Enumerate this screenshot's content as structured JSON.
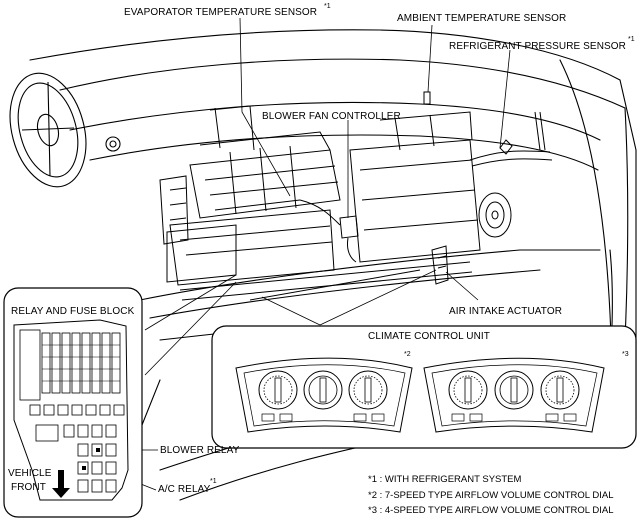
{
  "labels": {
    "evaporator": "EVAPORATOR TEMPERATURE SENSOR",
    "evaporator_mark": "*1",
    "ambient": "AMBIENT TEMPERATURE SENSOR",
    "refrigerant": "REFRIGERANT PRESSURE SENSOR",
    "refrigerant_mark": "*1",
    "blower_fan_controller": "BLOWER FAN CONTROLLER",
    "air_intake": "AIR INTAKE ACTUATOR",
    "relay_fuse_block": "RELAY AND FUSE BLOCK",
    "climate_control": "CLIMATE CONTROL UNIT",
    "panel2_mark": "*2",
    "panel3_mark": "*3",
    "blower_relay": "BLOWER RELAY",
    "ac_relay": "A/C RELAY",
    "ac_relay_mark": "*1",
    "vehicle": "VEHICLE",
    "front": "FRONT"
  },
  "notes": [
    "*1 : WITH REFRIGERANT SYSTEM",
    "*2 : 7-SPEED TYPE AIRFLOW VOLUME CONTROL DIAL",
    "*3 : 4-SPEED TYPE AIRFLOW VOLUME CONTROL DIAL"
  ],
  "icons": {
    "front_arrow": "arrow-down-icon"
  }
}
